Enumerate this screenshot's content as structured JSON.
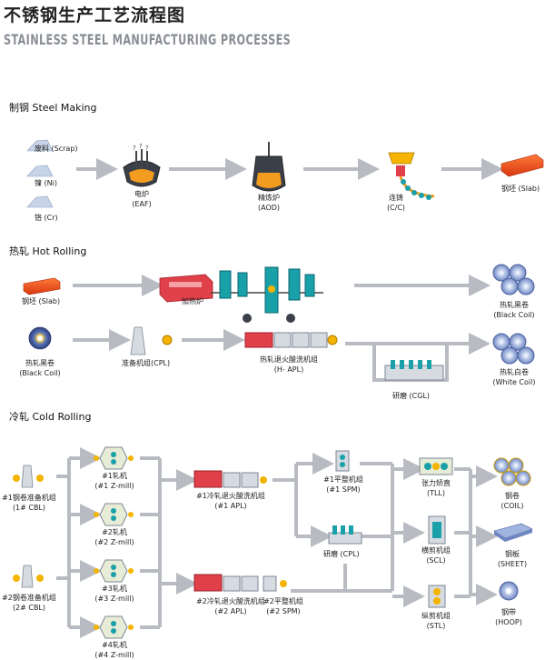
{
  "title": {
    "cn": "不锈钢生产工艺流程图",
    "en": "STAINLESS STEEL MANUFACTURING PROCESSES"
  },
  "sections": {
    "steel_making": "制钢  Steel Making",
    "hot_rolling": "热轧  Hot Rolling",
    "cold_rolling": "冷轧  Cold Rolling"
  },
  "steel_making": {
    "scrap": "废料 (Scrap)",
    "ni": "镍 (Ni)",
    "cr": "铬 (Cr)",
    "eaf_cn": "电炉",
    "eaf_en": "(EAF)",
    "aod_cn": "精炼炉",
    "aod_en": "(AOD)",
    "cc_cn": "连铸",
    "cc_en": "(C/C)",
    "slab": "钢坯 (Slab)"
  },
  "hot_rolling": {
    "slab": "钢坯 (Slab)",
    "furnace": "加热炉",
    "black_coil_out_cn": "热轧黑卷",
    "black_coil_out_en": "(Black Coil)",
    "black_coil_in_cn": "热轧黑卷",
    "black_coil_in_en": "(Black Coil)",
    "cpl": "准备机组(CPL)",
    "hapl_cn": "热轧退火酸洗机组",
    "hapl_en": "(H- APL)",
    "cgl": "研磨 (CGL)",
    "white_coil_cn": "热轧白卷",
    "white_coil_en": "(White Coil)"
  },
  "cold_rolling": {
    "cbl1_cn": "#1钢卷准备机组",
    "cbl1_en": "(1# CBL)",
    "cbl2_cn": "#2钢卷准备机组",
    "cbl2_en": "(2# CBL)",
    "zmill1_cn": "#1轧机",
    "zmill1_en": "(#1 Z-mill)",
    "zmill2_cn": "#2轧机",
    "zmill2_en": "(#2 Z-mill)",
    "zmill3_cn": "#3轧机",
    "zmill3_en": "(#3 Z-mill)",
    "zmill4_cn": "#4轧机",
    "zmill4_en": "(#4 Z-mill)",
    "apl1_cn": "#1冷轧退火酸洗机组",
    "apl1_en": "(#1 APL)",
    "apl2_cn": "#2冷轧退火酸洗机组",
    "apl2_en": "(#2 APL)",
    "spm1_cn": "#1平整机组",
    "spm1_en": "(#1 SPM)",
    "spm2_cn": "#2平整机组",
    "spm2_en": "(#2 SPM)",
    "cpl": "研磨     (CPL)",
    "tll_cn": "张力矫直",
    "tll_en": "(TLL)",
    "scl_cn": "横剪机组",
    "scl_en": "(SCL)",
    "stl_cn": "纵剪机组",
    "stl_en": "(STL)",
    "coil_cn": "钢卷",
    "coil_en": "(COIL)",
    "sheet_cn": "钢板",
    "sheet_en": "(SHEET)",
    "hoop_cn": "钢带",
    "hoop_en": "(HOOP)"
  },
  "colors": {
    "flow_arrow": "#b8bcc2",
    "slab": "#e8461c",
    "coil": "#8fa6d8",
    "furnace": "#e0404a",
    "machine": "#1aa0a8",
    "yellow": "#f4b400"
  }
}
